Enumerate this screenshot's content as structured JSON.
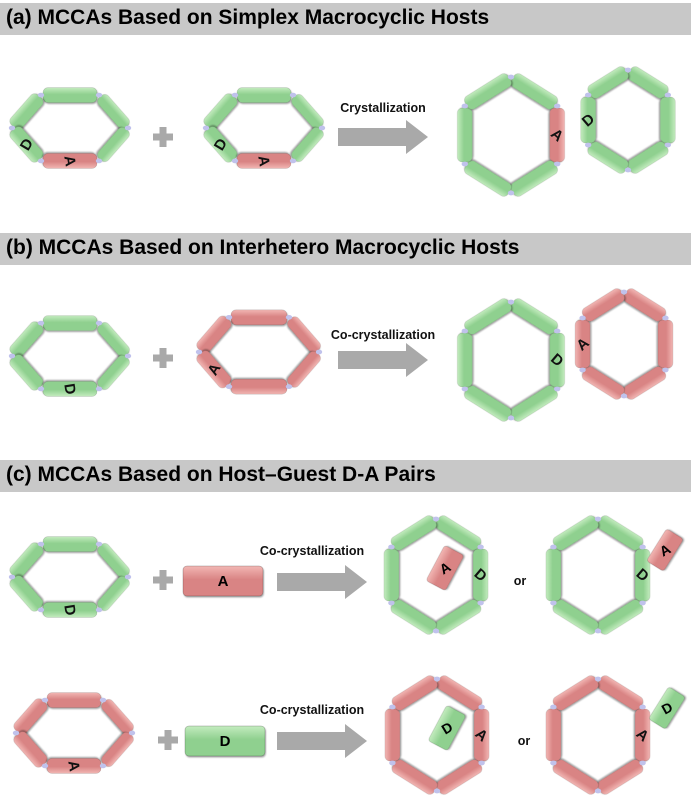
{
  "sections": [
    {
      "title": "(a) MCCAs Based on Simplex Macrocyclic Hosts",
      "process": "Crystallization"
    },
    {
      "title": "(b) MCCAs Based on Interhetero Macrocyclic Hosts",
      "process": "Co-crystallization"
    },
    {
      "title": "(c) MCCAs Based on Host–Guest D-A Pairs",
      "rows": [
        {
          "process": "Co-crystallization",
          "guest": "A",
          "alternative": "or"
        },
        {
          "process": "Co-crystallization",
          "guest": "D",
          "alternative": "or"
        }
      ]
    }
  ],
  "units": {
    "donor": "D",
    "acceptor": "A"
  },
  "colors": {
    "green": "#8fd08f",
    "green_light": "#c4ecbf",
    "pink": "#d98484",
    "pink_light": "#f2b7b4",
    "band": "#c8c8c8",
    "arrow": "#a9a9a9",
    "plus": "#a9a9a9",
    "joint": "#c0c2ec"
  }
}
